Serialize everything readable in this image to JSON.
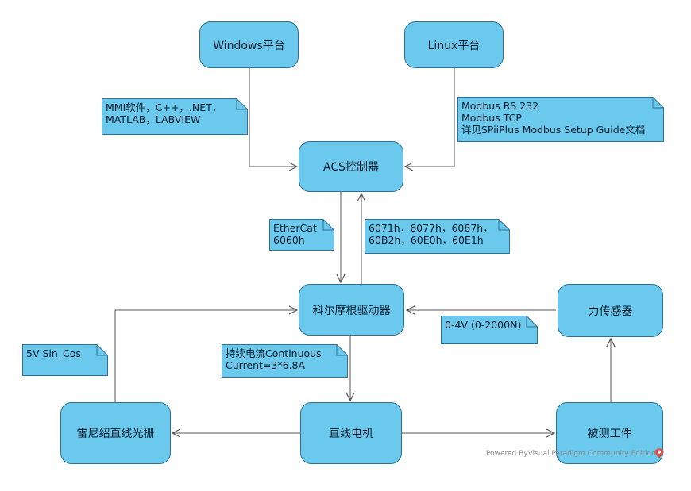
{
  "nodes": {
    "windows": "Windows平台",
    "linux": "Linux平台",
    "acs": "ACS控制器",
    "drive": "科尔摩根驱动器",
    "force_sensor": "力传感器",
    "grating": "雷尼绍直线光栅",
    "motor": "直线电机",
    "workpiece": "被测工件"
  },
  "notes": {
    "mmi": [
      "MMI软件，C++，.NET，",
      "MATLAB，LABVIEW"
    ],
    "modbus": [
      "Modbus RS 232",
      "Modbus TCP",
      "详见SPiiPlus Modbus Setup Guide文档"
    ],
    "ethercat": [
      "EtherCat",
      "6060h"
    ],
    "objects": [
      "6071h，6077h，6087h，",
      "60B2h，60E0h，60E1h"
    ],
    "force_range": [
      "0-4V (0-2000N)"
    ],
    "sin_cos": [
      "5V Sin_Cos"
    ],
    "current": [
      "持续电流Continuous",
      "Current=3*6.8A"
    ]
  },
  "watermark": "Powered ByVisual Paradigm Community Edition",
  "colors": {
    "node_fill": "#6cc9ee",
    "node_border": "#2f6f93",
    "wire": "#555555"
  }
}
